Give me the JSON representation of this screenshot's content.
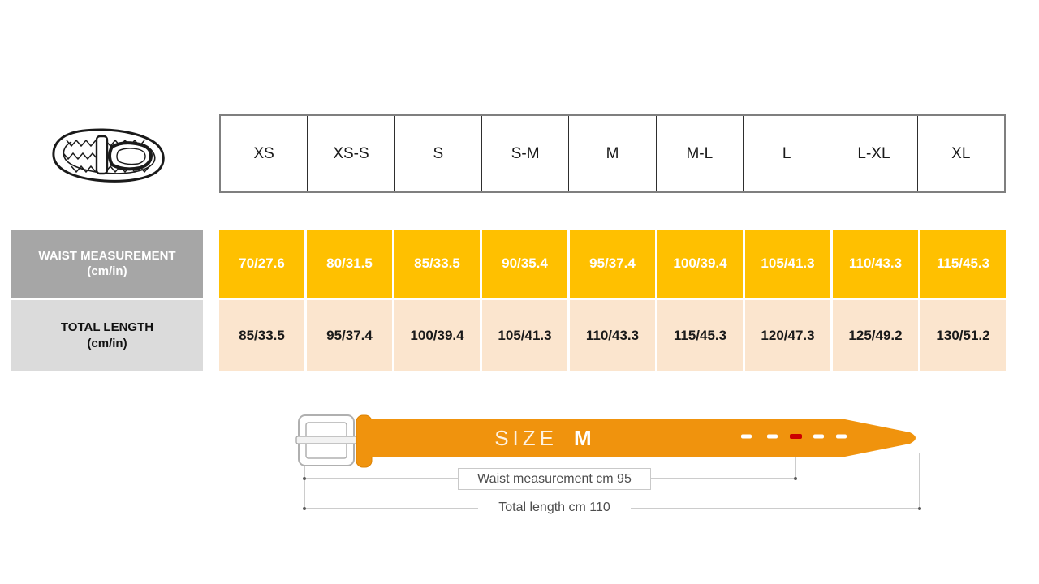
{
  "colors": {
    "waist_row_bg": "#ffc000",
    "length_row_bg": "#fbe5ce",
    "waist_label_bg": "#a6a6a6",
    "length_label_bg": "#dbdbdb",
    "belt_orange": "#f0930d",
    "marked_hole_red": "#cc0000"
  },
  "size_chart": {
    "sizes": [
      "XS",
      "XS-S",
      "S",
      "S-M",
      "M",
      "M-L",
      "L",
      "L-XL",
      "XL"
    ],
    "rows": [
      {
        "label": "WAIST MEASUREMENT",
        "unit": "(cm/in)",
        "values": [
          "70/27.6",
          "80/31.5",
          "85/33.5",
          "90/35.4",
          "95/37.4",
          "100/39.4",
          "105/41.3",
          "110/43.3",
          "115/45.3"
        ]
      },
      {
        "label": "TOTAL LENGTH",
        "unit": "(cm/in)",
        "values": [
          "85/33.5",
          "95/37.4",
          "100/39.4",
          "105/41.3",
          "110/43.3",
          "115/45.3",
          "120/47.3",
          "125/49.2",
          "130/51.2"
        ]
      }
    ]
  },
  "belt_diagram": {
    "size_label": "SIZE",
    "size_value": "M",
    "waist_caption": "Waist measurement cm 95",
    "length_caption": "Total length cm 110"
  }
}
